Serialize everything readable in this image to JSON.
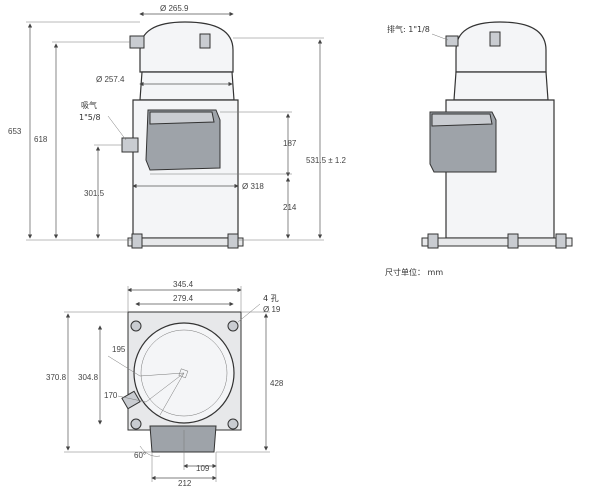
{
  "diagram": {
    "front": {
      "top_diameter": "Ø 265.9",
      "mid_diameter": "Ø 257.4",
      "shell_diameter": "Ø 318",
      "overall_height": "653",
      "discharge_height": "618",
      "suction_height": "301.5",
      "dim_187": "187",
      "dim_214": "214",
      "dim_531": "531.5 ± 1.2",
      "suction_label_1": "吸气",
      "suction_label_2": "1\"5/8"
    },
    "side": {
      "discharge_label": "排气: 1\"1/8",
      "unit_label": "尺寸单位： mm"
    },
    "plan": {
      "width_outer": "345.4",
      "width_inner": "279.4",
      "holes_label": "4 孔",
      "holes_diameter": "Ø 19",
      "dim_195": "195",
      "dim_304": "304.8",
      "dim_370": "370.8",
      "dim_170": "170",
      "dim_428": "428",
      "angle_60": "60°",
      "dim_109": "109",
      "dim_212": "212"
    }
  }
}
